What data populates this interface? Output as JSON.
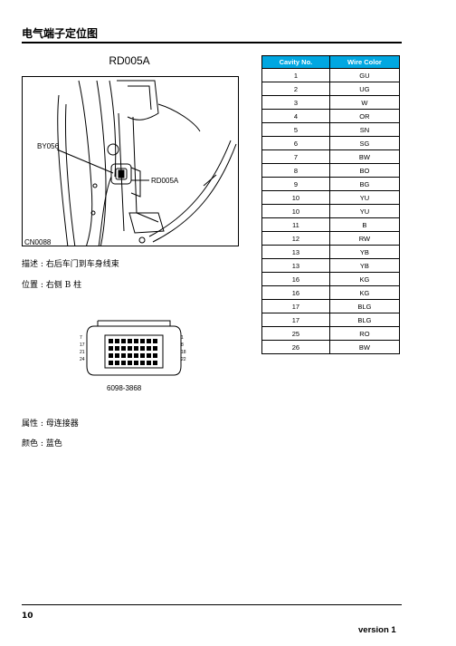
{
  "header": {
    "title": "电气端子定位图"
  },
  "connector": {
    "title": "RD005A",
    "photo_labels": {
      "grommet": "BY056",
      "connector": "RD005A",
      "figure_id": "CN0088"
    },
    "description": "描述 : 右后车门到车身线束",
    "location": "位置 : 右侧 B 柱",
    "part_number": "6098-3868",
    "pinout_numbers": {
      "left": [
        "7",
        "17",
        "21",
        "24"
      ],
      "right": [
        "1",
        "8",
        "18",
        "22"
      ]
    },
    "property": "属性 : 母连接器",
    "color": "颜色 : 蓝色"
  },
  "table": {
    "headers": [
      "Cavity No.",
      "Wire Color"
    ],
    "header_color": "#00a7e1",
    "rows": [
      [
        "1",
        "GU"
      ],
      [
        "2",
        "UG"
      ],
      [
        "3",
        "W"
      ],
      [
        "4",
        "OR"
      ],
      [
        "5",
        "SN"
      ],
      [
        "6",
        "SG"
      ],
      [
        "7",
        "BW"
      ],
      [
        "8",
        "BO"
      ],
      [
        "9",
        "BG"
      ],
      [
        "10",
        "YU"
      ],
      [
        "10",
        "YU"
      ],
      [
        "11",
        "B"
      ],
      [
        "12",
        "RW"
      ],
      [
        "13",
        "YB"
      ],
      [
        "13",
        "YB"
      ],
      [
        "16",
        "KG"
      ],
      [
        "16",
        "KG"
      ],
      [
        "17",
        "BLG"
      ],
      [
        "17",
        "BLG"
      ],
      [
        "25",
        "RO"
      ],
      [
        "26",
        "BW"
      ]
    ]
  },
  "footer": {
    "page": "10",
    "version": "version  1"
  }
}
